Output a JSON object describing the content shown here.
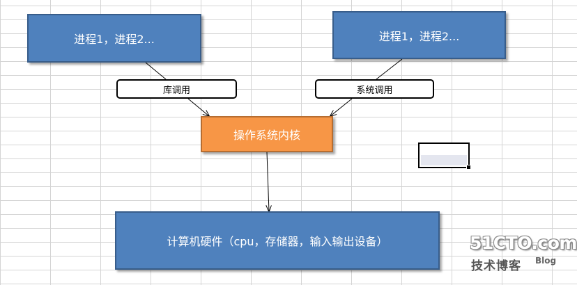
{
  "diagram": {
    "process_left": "进程1，进程2...",
    "process_right": "进程1，进程2...",
    "library_call": "库调用",
    "system_call": "系统调用",
    "kernel": "操作系统内核",
    "hardware": "计算机硬件（cpu，存储器，输入输出设备）"
  },
  "watermark": {
    "site": "51CTO.com",
    "subtitle": "技术博客",
    "blog": "Blog"
  },
  "colors": {
    "box_blue": "#4f81bd",
    "box_orange": "#f79646",
    "label_border": "#000000",
    "grid": "#d4d4d4"
  }
}
